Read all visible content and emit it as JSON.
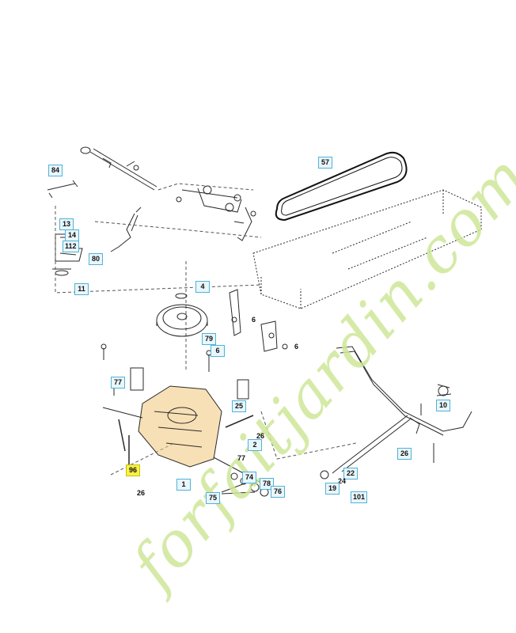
{
  "watermark": {
    "text": "forfaitjardin.com",
    "color": "#cfe79a"
  },
  "callouts": {
    "c84": "84",
    "c13": "13",
    "c14": "14",
    "c112": "112",
    "c80": "80",
    "c11": "11",
    "c57": "57",
    "c4": "4",
    "c79": "79",
    "c6a": "6",
    "c6b": "6",
    "c6c": "6",
    "c77a": "77",
    "c77b": "77",
    "c25": "25",
    "c26a": "26",
    "c26b": "26",
    "c26c": "26",
    "c2": "2",
    "c1": "1",
    "c96": "96",
    "c74": "74",
    "c78": "78",
    "c76": "76",
    "c75": "75",
    "c22": "22",
    "c24": "24",
    "c19": "19",
    "c101": "101",
    "c10": "10"
  },
  "colors": {
    "line": "#2a2a2a",
    "callout_border": "#4fb3d8",
    "highlight": "#f7f04a",
    "transaxle": "#f2c77a"
  }
}
